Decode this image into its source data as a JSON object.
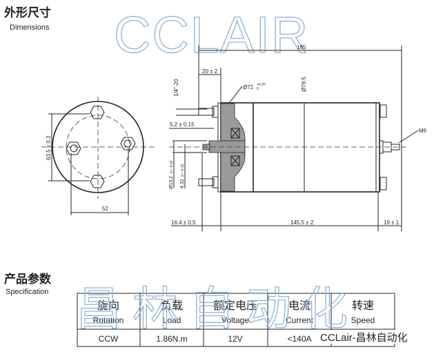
{
  "dimensions_section": {
    "title_cn": "外形尺寸",
    "title_en": "Dimensions"
  },
  "watermark_top": "CCLAIR",
  "drawing": {
    "front_view": {
      "height_dim": "63.5 ± 0.2",
      "bolt_spacing": "52"
    },
    "side_view": {
      "overall_length": "185",
      "flange_offset": "20 ± 2",
      "pilot_diameter": "Ø72",
      "pilot_tol_upper": "+0.20",
      "pilot_tol_lower": "0",
      "body_diameter": "Ø79.5",
      "thread": "1/4\"-20",
      "key_width": "5.2 ± 0.15",
      "shaft_diameter": "Ø13.2",
      "shaft_tol": "0 / -0.02",
      "shaft_flat": "4.32",
      "flat_tol": "0 / -0.15",
      "terminal": "M6",
      "shaft_length": "16.4 ± 0.5",
      "body_length": "145.5 ± 2",
      "terminal_length": "19 ± 1"
    }
  },
  "spec_section": {
    "title_cn": "产品参数",
    "title_en": "Specification"
  },
  "watermark_table": "昌林自动化",
  "table": {
    "headers": [
      {
        "cn": "旋向",
        "en": "Rotation"
      },
      {
        "cn": "负载",
        "en": "Load"
      },
      {
        "cn": "额定电压",
        "en": "Voltage"
      },
      {
        "cn": "电流",
        "en": "Current"
      },
      {
        "cn": "转速",
        "en": "Speed"
      }
    ],
    "values": [
      "CCW",
      "1.86N.m",
      "12V",
      "<140A",
      ""
    ]
  },
  "footer_watermark": "CCLair-昌林自动化"
}
